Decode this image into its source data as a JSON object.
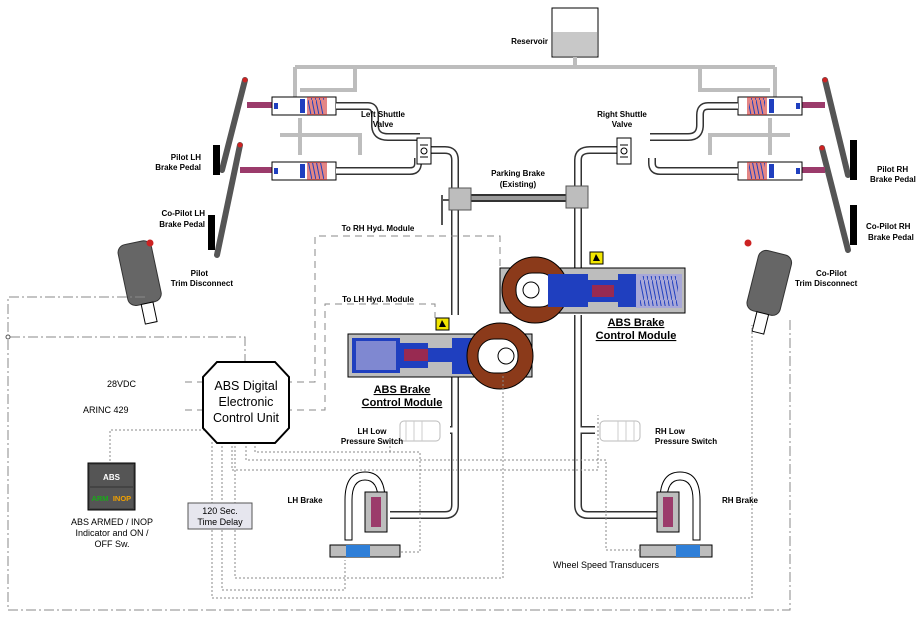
{
  "labels": {
    "reservoir": "Reservoir",
    "left_shuttle_1": "Left Shuttle",
    "left_shuttle_2": "Valve",
    "right_shuttle_1": "Right Shuttle",
    "right_shuttle_2": "Valve",
    "parking_brake_1": "Parking Brake",
    "parking_brake_2": "(Existing)",
    "pilot_lh_1": "Pilot LH",
    "pilot_lh_2": "Brake Pedal",
    "copilot_lh_1": "Co-Pilot LH",
    "copilot_lh_2": "Brake Pedal",
    "pilot_rh_1": "Pilot RH",
    "pilot_rh_2": "Brake Pedal",
    "copilot_rh_1": "Co-Pilot RH",
    "copilot_rh_2": "Brake Pedal",
    "pilot_trim_1": "Pilot",
    "pilot_trim_2": "Trim Disconnect",
    "copilot_trim_1": "Co-Pilot",
    "copilot_trim_2": "Trim Disconnect",
    "to_rh_hyd": "To RH Hyd. Module",
    "to_lh_hyd": "To LH Hyd. Module",
    "ecu_1": "ABS Digital",
    "ecu_2": "Electronic",
    "ecu_3": "Control Unit",
    "vdc": "28VDC",
    "arinc": "ARINC 429",
    "abs_module_1": "ABS Brake",
    "abs_module_2": "Control Module",
    "lh_low_1": "LH Low",
    "lh_low_2": "Pressure Switch",
    "rh_low_1": "RH Low",
    "rh_low_2": "Pressure Switch",
    "lh_brake": "LH Brake",
    "rh_brake": "RH Brake",
    "time_delay_1": "120 Sec.",
    "time_delay_2": "Time Delay",
    "abs_panel_title": "ABS",
    "abs_panel_armed": "ARM",
    "abs_panel_inop": "INOP",
    "abs_ind_1": "ABS ARMED / INOP",
    "abs_ind_2": "Indicator and ON /",
    "abs_ind_3": "OFF Sw.",
    "wheel_speed": "Wheel Speed Transducers"
  },
  "colors": {
    "pipe_gray": "#bdbdbd",
    "pipe_dark": "#333333",
    "piston_blue": "#1f3fbf",
    "rod_purple": "#9b3b6b",
    "brake_red": "#cc2222",
    "disk_brown": "#8b3a1a",
    "indicator_green": "#1aa81a",
    "indicator_amber": "#f0a000",
    "indicator_yellow": "#f2e600"
  },
  "icons": [
    "check-valve-icon",
    "spring-icon",
    "solenoid-arrow-icon"
  ]
}
